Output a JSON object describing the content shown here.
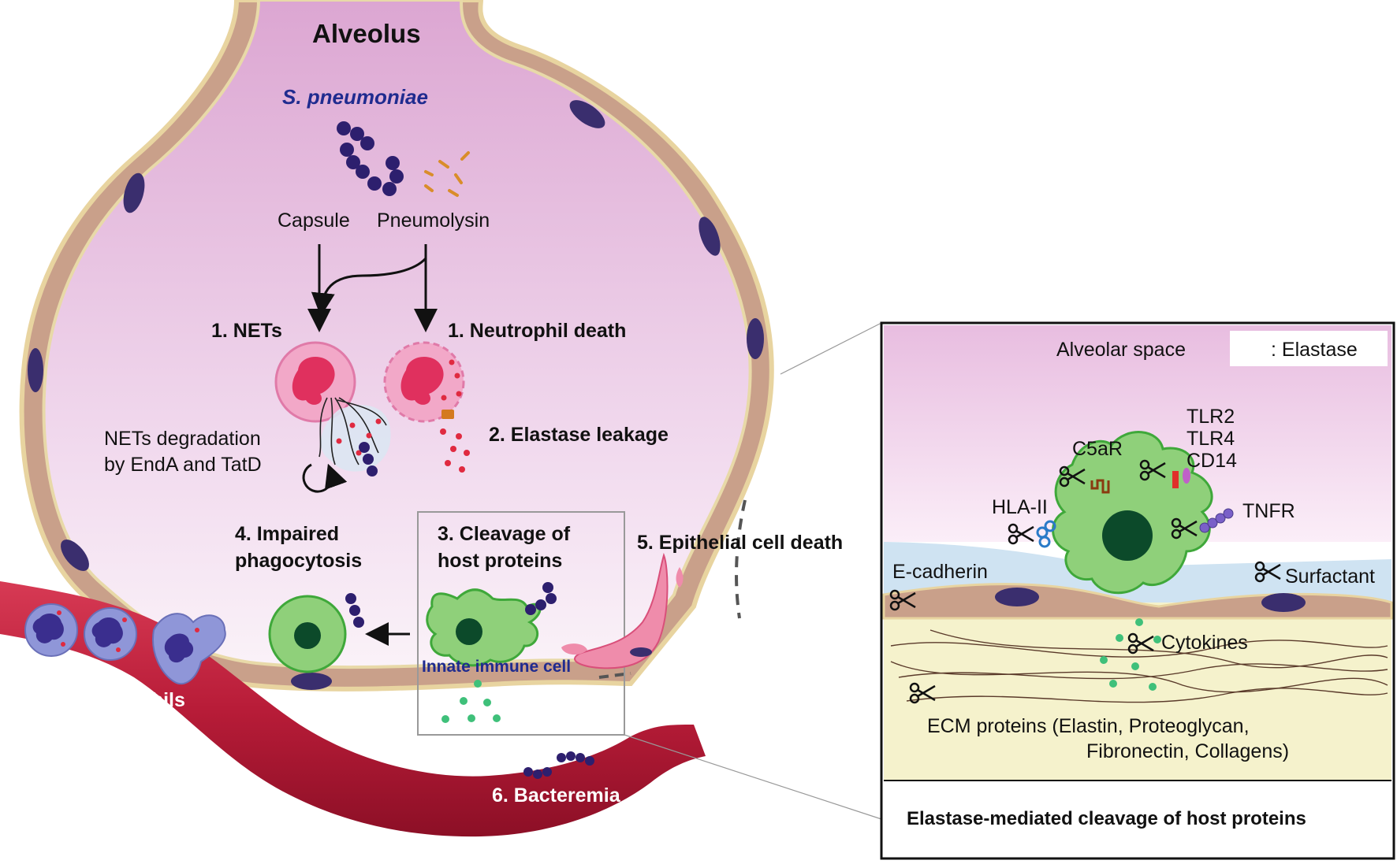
{
  "alveolus": {
    "title": "Alveolus",
    "pathogen": "S. pneumoniae",
    "factors": {
      "capsule": "Capsule",
      "pneumolysin": "Pneumolysin"
    }
  },
  "steps": {
    "nets": "1. NETs",
    "neutrophil_death": "1. Neutrophil death",
    "elastase_leakage": "2. Elastase leakage",
    "nets_degradation_line1": "NETs degradation",
    "nets_degradation_line2": "by EndA and TatD",
    "cleavage_line1": "3. Cleavage of",
    "cleavage_line2": "host proteins",
    "impaired_line1": "4. Impaired",
    "impaired_line2": "phagocytosis",
    "epithelial_death": "5. Epithelial cell death",
    "bacteremia": "6. Bacteremia"
  },
  "cells": {
    "innate_immune_cell": "Innate immune cell",
    "neutrophils": "Neutrophils"
  },
  "inset": {
    "space_label": "Alveolar space",
    "legend_label": ": Elastase",
    "receptors": {
      "tlr2": "TLR2",
      "tlr4": "TLR4",
      "cd14": "CD14",
      "c5ar": "C5aR",
      "hla": "HLA-II",
      "tnfr": "TNFR",
      "ecadherin": "E-cadherin",
      "surfactant": "Surfactant",
      "cytokines": "Cytokines"
    },
    "ecm_line1": "ECM proteins (Elastin, Proteoglycan,",
    "ecm_line2": "Fibronectin, Collagens)",
    "caption": "Elastase-mediated cleavage of host proteins"
  },
  "colors": {
    "alveolus_fill": "#e8b8dc",
    "epithelium": "#c9a08a",
    "nucleus": "#3a2e6e",
    "vessel": "#c8223e",
    "neutrophil": "#f0a0c4",
    "immune_cell": "#8fd07a",
    "bacteria": "#2d1f6e",
    "ecm_bg": "#f5f2cc"
  }
}
